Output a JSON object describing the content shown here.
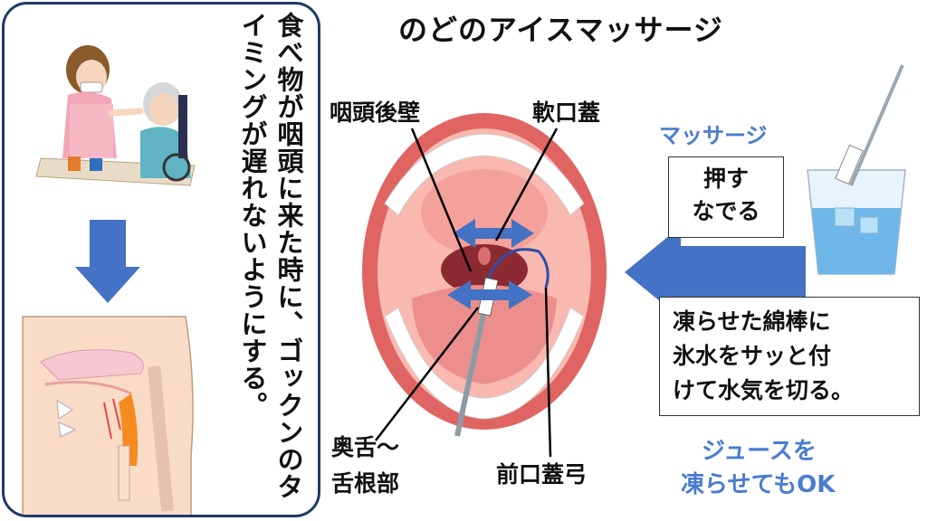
{
  "title": "のどのアイスマッサージ",
  "instruction": "食べ物が咽頭に来た時に、ゴックンのタイミングが遅れないようにする。",
  "labels": {
    "pharynx_wall": "咽頭後壁",
    "soft_palate": "軟口蓋",
    "tongue_root_1": "奥舌〜",
    "tongue_root_2": "舌根部",
    "palatal_arch": "前口蓋弓"
  },
  "massage": {
    "heading": "マッサージ",
    "action_line1": "押す",
    "action_line2": "なでる"
  },
  "prep": {
    "line1": "凍らせた綿棒に",
    "line2": "氷水をサッと付",
    "line3": "けて水気を切る。"
  },
  "tip": {
    "line1": "ジュースを",
    "line2": "凍らせてもOK"
  },
  "colors": {
    "accent_blue": "#4a7ccf",
    "arrow_blue": "#4472c4",
    "panel_border": "#1f3a66",
    "mouth_red": "#d9534f"
  }
}
